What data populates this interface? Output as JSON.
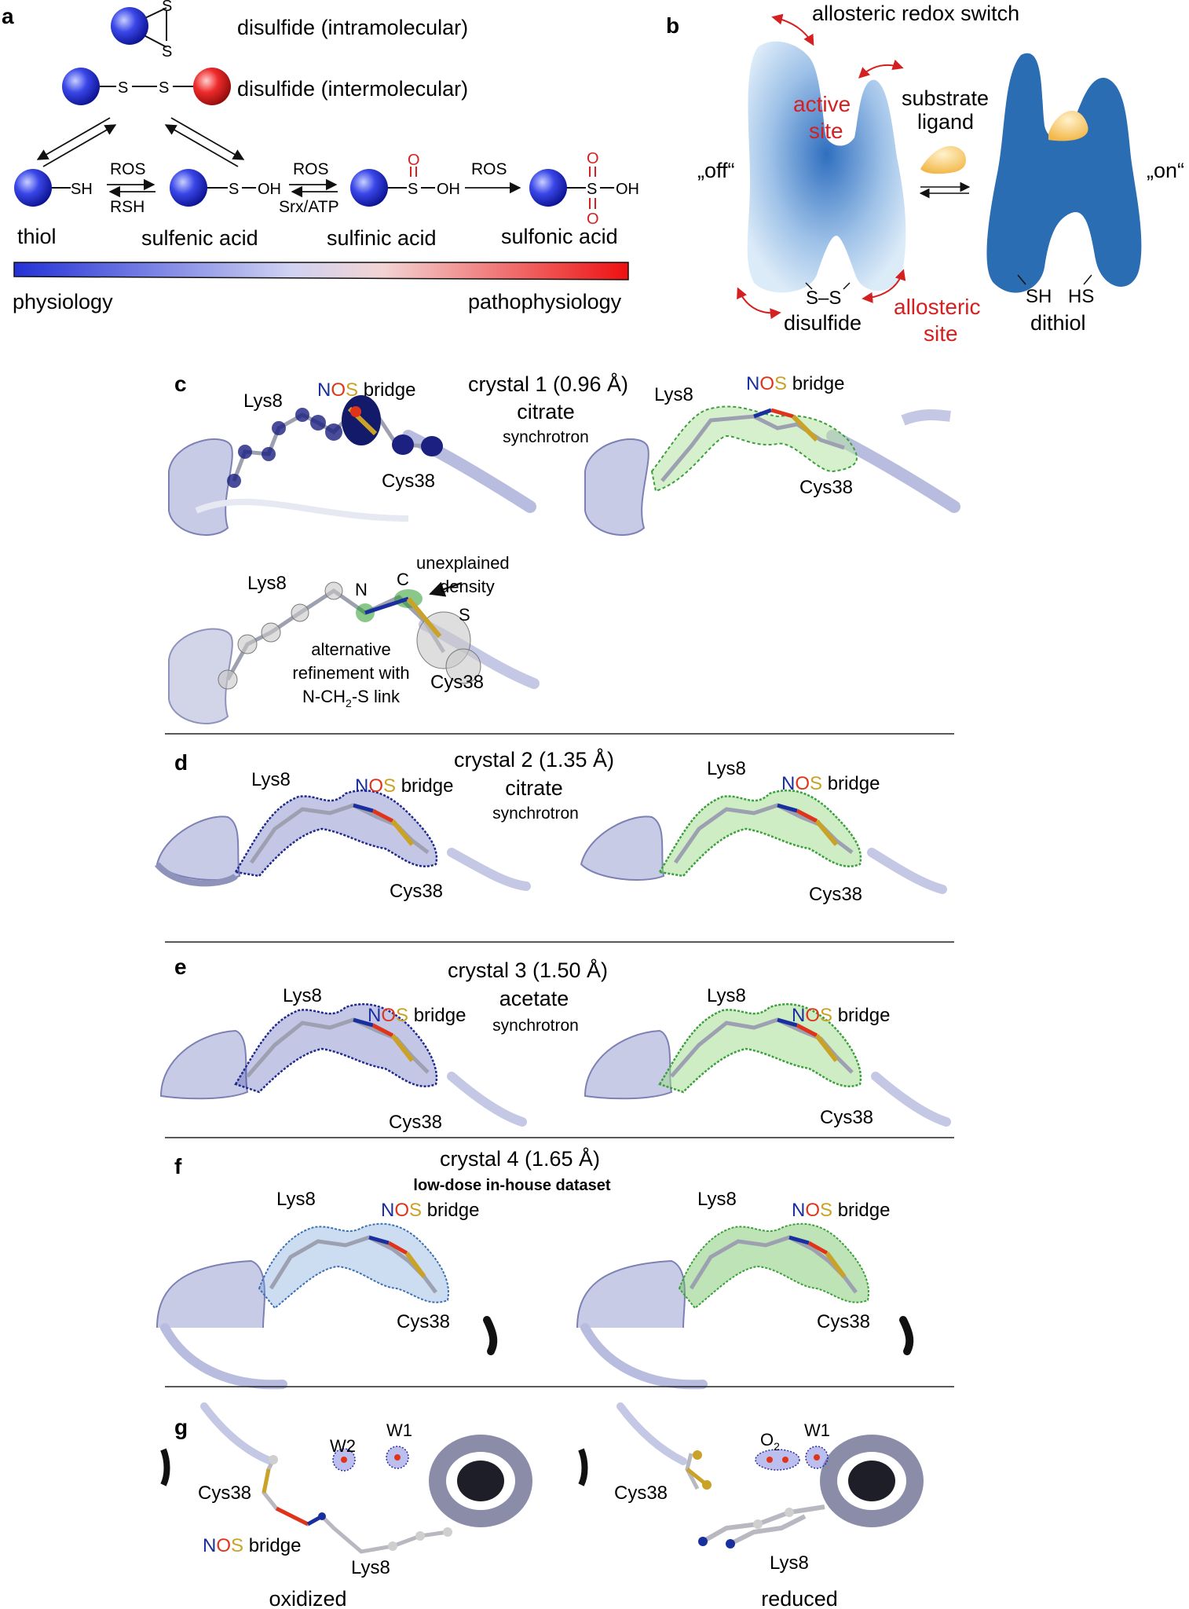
{
  "panel_letters": {
    "a": "a",
    "b": "b",
    "c": "c",
    "d": "d",
    "e": "e",
    "f": "f",
    "g": "g"
  },
  "panel_a": {
    "s_atom": "S",
    "sh": "SH",
    "oh": "OH",
    "o": "O",
    "disulfide_intra": "disulfide (intramolecular)",
    "disulfide_inter": "disulfide (intermolecular)",
    "ros": "ROS",
    "rsh": "RSH",
    "srx_atp": "Srx/ATP",
    "thiol": "thiol",
    "sulfenic": "sulfenic acid",
    "sulfinic": "sulfinic acid",
    "sulfonic": "sulfonic acid",
    "physiology": "physiology",
    "pathophysiology": "pathophysiology",
    "colors": {
      "blue": "#2b2fd6",
      "red": "#e01010"
    }
  },
  "panel_b": {
    "switch": "allosteric redox switch",
    "active_1": "active",
    "active_2": "site",
    "substrate_1": "substrate",
    "substrate_2": "ligand",
    "off": "„off“",
    "on": "„on“",
    "ss": "S–S",
    "disulfide": "disulfide",
    "allosteric_1": "allosteric",
    "allosteric_2": "site",
    "sh": "SH",
    "hs": "HS",
    "dithiol": "dithiol",
    "colors": {
      "red": "#d42020",
      "off": "#a8c8ea",
      "on": "#2a6db3",
      "ligand": "#f5c26a"
    }
  },
  "panel_c": {
    "crystal": "crystal 1 (0.96 Å)",
    "buffer": "citrate",
    "source": "synchrotron",
    "lys": "Lys8",
    "cys": "Cys38",
    "nos_n": "N",
    "nos_o": "O",
    "nos_s": "S",
    "bridge": " bridge",
    "unexplained_1": "unexplained",
    "unexplained_2": "density",
    "atom_n": "N",
    "atom_c": "C",
    "atom_s": "S",
    "alt_1": "alternative",
    "alt_2": "refinement with",
    "alt_3a": "N-CH",
    "alt_3sub": "2",
    "alt_3b": "-S link"
  },
  "panel_d": {
    "crystal": "crystal 2 (1.35 Å)",
    "buffer": "citrate",
    "source": "synchrotron",
    "lys": "Lys8",
    "cys": "Cys38"
  },
  "panel_e": {
    "crystal": "crystal 3 (1.50 Å)",
    "buffer": "acetate",
    "source": "synchrotron",
    "lys": "Lys8",
    "cys": "Cys38"
  },
  "panel_f": {
    "crystal": "crystal 4 (1.65 Å)",
    "dataset": "low-dose in-house dataset",
    "lys": "Lys8",
    "cys": "Cys38"
  },
  "panel_g": {
    "w1": "W1",
    "w2": "W2",
    "o2a": "O",
    "o2sub": "2",
    "cys": "Cys38",
    "lys": "Lys8",
    "nos_n": "N",
    "nos_o": "O",
    "nos_s": "S",
    "bridge": " bridge",
    "oxidized": "oxidized",
    "reduced": "reduced"
  },
  "nos_colors": {
    "n": "#1a2f9e",
    "o": "#e0341a",
    "s": "#c9a227"
  }
}
